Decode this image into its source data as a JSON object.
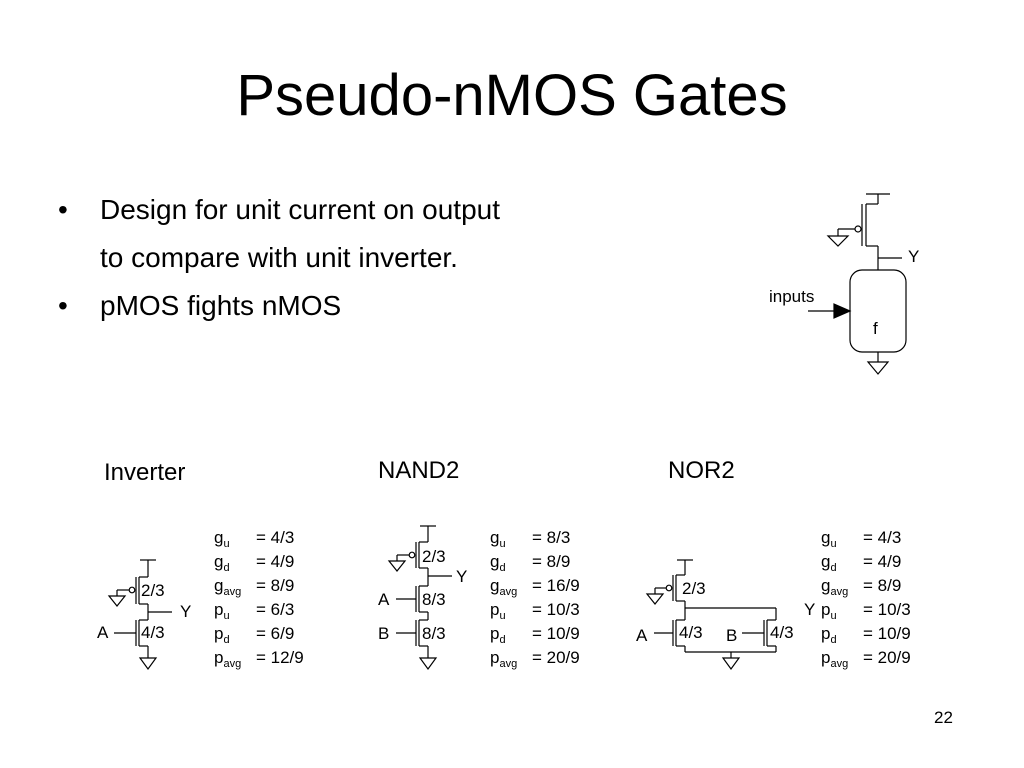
{
  "slide": {
    "title": "Pseudo-nMOS Gates",
    "bullets": [
      "Design for unit current on output",
      "to compare with unit inverter.",
      "pMOS fights nMOS"
    ],
    "bullet_symbol": "•",
    "page_number": "22"
  },
  "general_diagram": {
    "inputs_label": "inputs",
    "function_label": "f",
    "output_label": "Y"
  },
  "gates": [
    {
      "name": "Inverter",
      "pmos_size": "2/3",
      "nmos_labels": [
        "A"
      ],
      "nmos_sizes": [
        "4/3"
      ],
      "output_label": "Y",
      "stats": [
        {
          "sym": "g",
          "sub": "u",
          "value": "= 4/3"
        },
        {
          "sym": "g",
          "sub": "d",
          "value": "= 4/9"
        },
        {
          "sym": "g",
          "sub": "avg",
          "value": "= 8/9"
        },
        {
          "sym": "p",
          "sub": "u",
          "value": "= 6/3"
        },
        {
          "sym": "p",
          "sub": "d",
          "value": "= 6/9"
        },
        {
          "sym": "p",
          "sub": "avg",
          "value": "= 12/9"
        }
      ]
    },
    {
      "name": "NAND2",
      "pmos_size": "2/3",
      "nmos_labels": [
        "A",
        "B"
      ],
      "nmos_sizes": [
        "8/3",
        "8/3"
      ],
      "output_label": "Y",
      "stats": [
        {
          "sym": "g",
          "sub": "u",
          "value": "= 8/3"
        },
        {
          "sym": "g",
          "sub": "d",
          "value": "= 8/9"
        },
        {
          "sym": "g",
          "sub": "avg",
          "value": "= 16/9"
        },
        {
          "sym": "p",
          "sub": "u",
          "value": "= 10/3"
        },
        {
          "sym": "p",
          "sub": "d",
          "value": "= 10/9"
        },
        {
          "sym": "p",
          "sub": "avg",
          "value": "= 20/9"
        }
      ]
    },
    {
      "name": "NOR2",
      "pmos_size": "2/3",
      "nmos_labels": [
        "A",
        "B"
      ],
      "nmos_sizes": [
        "4/3",
        "4/3"
      ],
      "output_label": "Y",
      "stats": [
        {
          "sym": "g",
          "sub": "u",
          "value": "= 4/3"
        },
        {
          "sym": "g",
          "sub": "d",
          "value": "= 4/9"
        },
        {
          "sym": "g",
          "sub": "avg",
          "value": "= 8/9"
        },
        {
          "sym": "p",
          "sub": "u",
          "value": "= 10/3"
        },
        {
          "sym": "p",
          "sub": "d",
          "value": "= 10/9"
        },
        {
          "sym": "p",
          "sub": "avg",
          "value": "= 20/9"
        }
      ]
    }
  ]
}
